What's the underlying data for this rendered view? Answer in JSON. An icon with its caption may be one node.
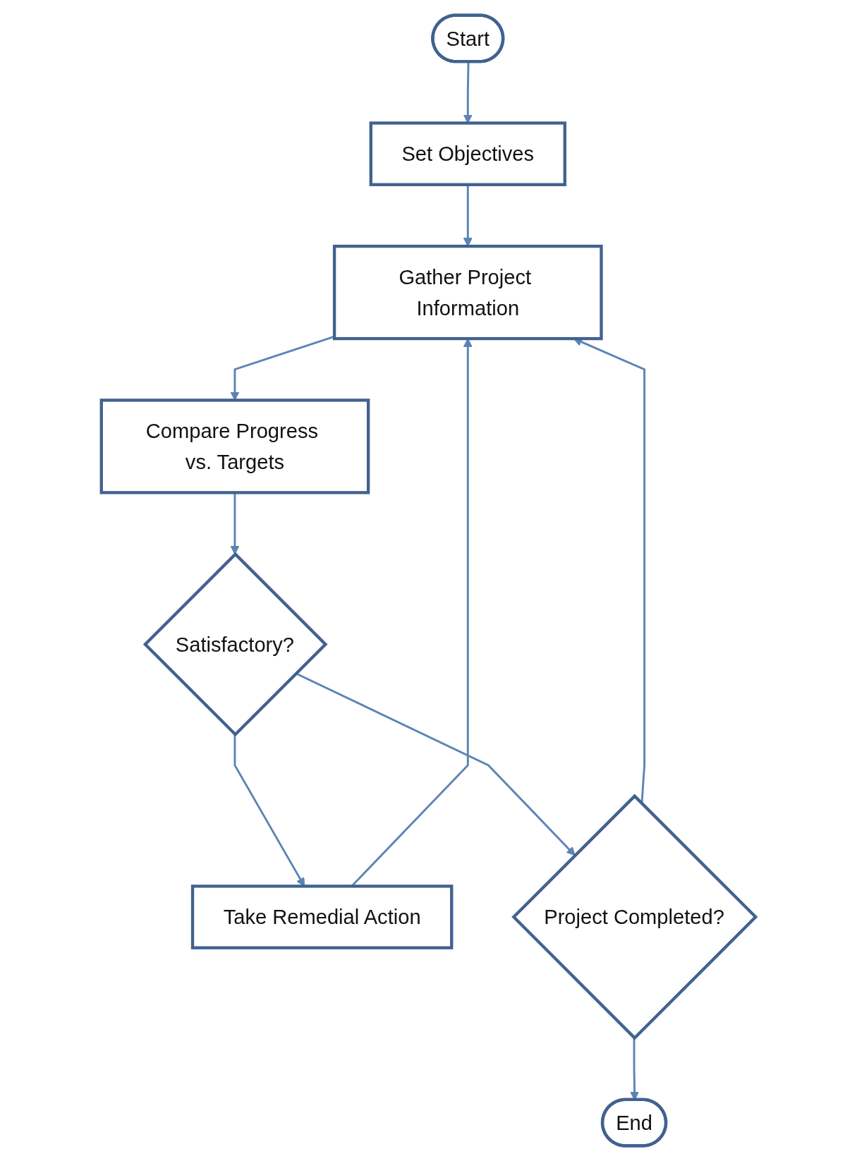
{
  "diagram": {
    "nodes": [
      {
        "text": [
          "Start"
        ]
      },
      {
        "text": [
          "Set Objectives"
        ]
      },
      {
        "text": [
          "Gather Project Information"
        ]
      },
      {
        "text": [
          "Compare Progress vs. Targets"
        ]
      },
      {
        "text": [
          "Satisfactory?"
        ]
      },
      {
        "text": [
          "Take Remedial Action"
        ]
      },
      {
        "text": [
          "Project Completed?"
        ]
      },
      {
        "text": [
          "End"
        ]
      }
    ],
    "edges": [
      {
        "from": 0,
        "to": 1,
        "arrow": "to"
      },
      {
        "from": 1,
        "to": 2,
        "arrow": "to"
      },
      {
        "from": 2,
        "to": 3,
        "arrow": "to"
      },
      {
        "from": 3,
        "to": 4,
        "arrow": "to"
      },
      {
        "from": 4,
        "to": 5,
        "arrow": "to"
      },
      {
        "from": 4,
        "to": 6,
        "arrow": "to"
      },
      {
        "from": 5,
        "to": 2,
        "arrow": "to"
      },
      {
        "from": 6,
        "to": 2,
        "arrow": "to"
      },
      {
        "from": 6,
        "to": 7,
        "arrow": "to"
      }
    ]
  }
}
